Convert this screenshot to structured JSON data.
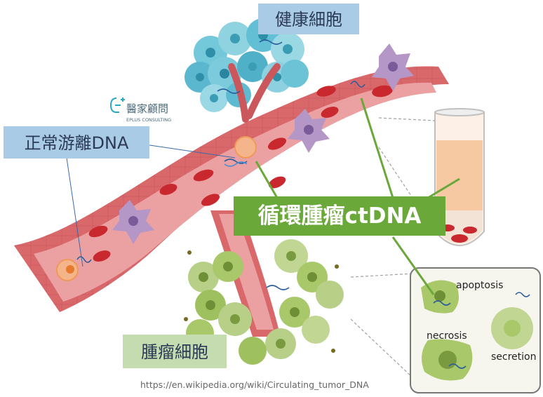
{
  "labels": {
    "healthy_cells": "健康細胞",
    "normal_cfdna": "正常游離DNA",
    "ctdna": "循環腫瘤ctDNA",
    "tumor_cells": "腫瘤細胞"
  },
  "logo": {
    "name": "醫家顧問",
    "subtitle": "EPLUS CONSULTING"
  },
  "inset": {
    "apoptosis": "apoptosis",
    "necrosis": "necrosis",
    "secretion": "secretion"
  },
  "source_url": "https://en.wikipedia.org/wiki/Circulating_tumor_DNA",
  "colors": {
    "vessel": "#d9686b",
    "vessel_inner": "#e8989a",
    "rbc": "#c8282e",
    "healthy_cell": "#5bc0d6",
    "tumor_cell": "#a9c86a",
    "label_blue_bg": "#a9cbe6",
    "label_green_bg": "#6aa83a",
    "label_green_light": "#c4dcb0"
  }
}
